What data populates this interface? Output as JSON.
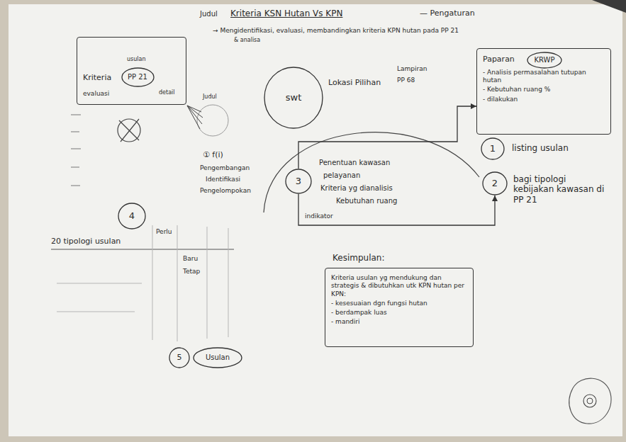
{
  "diagram": {
    "title": "Kriteria KSN Hutan Vs KPN",
    "nodes": [
      {
        "text": [
          "Kriteria",
          "usulan",
          "evaluasi"
        ]
      },
      {
        "text": [
          "PP 21"
        ],
        "in": 0
      },
      {
        "text": [
          "swt"
        ]
      },
      {
        "text": [
          "Paparan",
          "- Analisis permasalahan tutupan hutan",
          "- Kebutuhan ruang %",
          "- dilakukan"
        ]
      },
      {
        "text": [
          "KRWP"
        ],
        "in": 3
      },
      {
        "text": [
          "1"
        ]
      },
      {
        "text": [
          "2"
        ]
      },
      {
        "text": [
          "3"
        ]
      },
      {
        "text": [
          "4"
        ]
      },
      {
        "text": [
          "5"
        ]
      },
      {
        "text": [
          "Usulan"
        ]
      },
      {
        "text": [
          "Kesimpulan:",
          "Kriteria usulan yg mendukung dan strategis & dibutuhkan utk KPN hutan per KPN:",
          "- kesesuaian dgn fungsi hutan",
          "- berdampak luas",
          "- mandiri"
        ]
      }
    ],
    "edges": [
      {
        "from": 7,
        "to": 6,
        "arrow": "to"
      },
      {
        "from": 7,
        "to": 3,
        "arrow": "to"
      }
    ],
    "labels": [
      "Judul",
      "— Pengaturan",
      "→ Mengidentifikasi, evaluasi, membandingkan kriteria KPN hutan pada PP 21",
      "& analisa",
      "detail",
      "Judul",
      "Lokasi Pilihan",
      "Lampiran",
      "PP 68",
      "listing usulan",
      "bagi tipologi kebijakan kawasan di PP 21",
      "① f(i)",
      "Pengembangan",
      "Identifikasi",
      "Pengelompokan",
      "Penentuan kawasan",
      "pelayanan",
      "Kriteria yg dianalisis",
      "Kebutuhan ruang",
      "indikator",
      "20 tipologi usulan",
      "Perlu",
      "Baru",
      "Tetap"
    ]
  }
}
